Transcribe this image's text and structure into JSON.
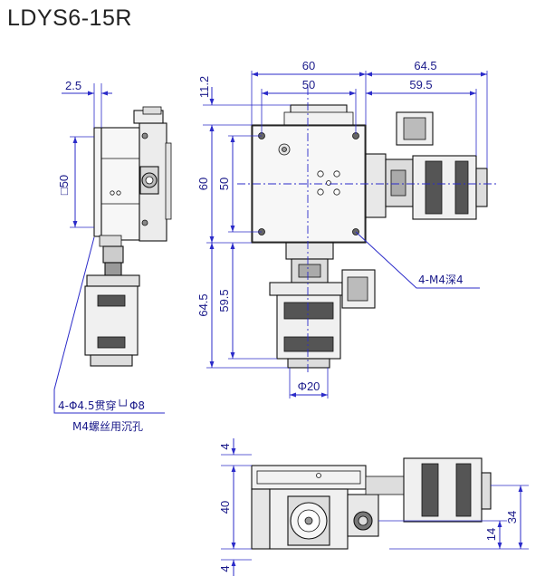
{
  "title": "LDYS6-15R",
  "colors": {
    "dimension": "#2b2bc9",
    "outline": "#111111",
    "body": "#f2f2f2",
    "dark": "#4a4a4a"
  },
  "side_view": {
    "dim_thickness": "2.5",
    "dim_square": "□50",
    "note_line1": "4-Φ4.5贯穿└┘Φ8",
    "note_line2": "M4螺丝用沉孔"
  },
  "front_view": {
    "dim_width_outer": "60",
    "dim_width_inner": "50",
    "dim_top_offset": "11.2",
    "dim_motor_outer": "64.5",
    "dim_motor_inner": "59.5",
    "dim_height_outer": "60",
    "dim_height_inner": "50",
    "dim_motor_down_outer": "64.5",
    "dim_motor_down_inner": "59.5",
    "dim_diameter": "Φ20",
    "note_holes": "4-M4深4"
  },
  "bottom_view": {
    "dim_top": "4",
    "dim_height": "40",
    "dim_bottom": "4",
    "dim_right_outer": "34",
    "dim_right_inner": "14"
  }
}
